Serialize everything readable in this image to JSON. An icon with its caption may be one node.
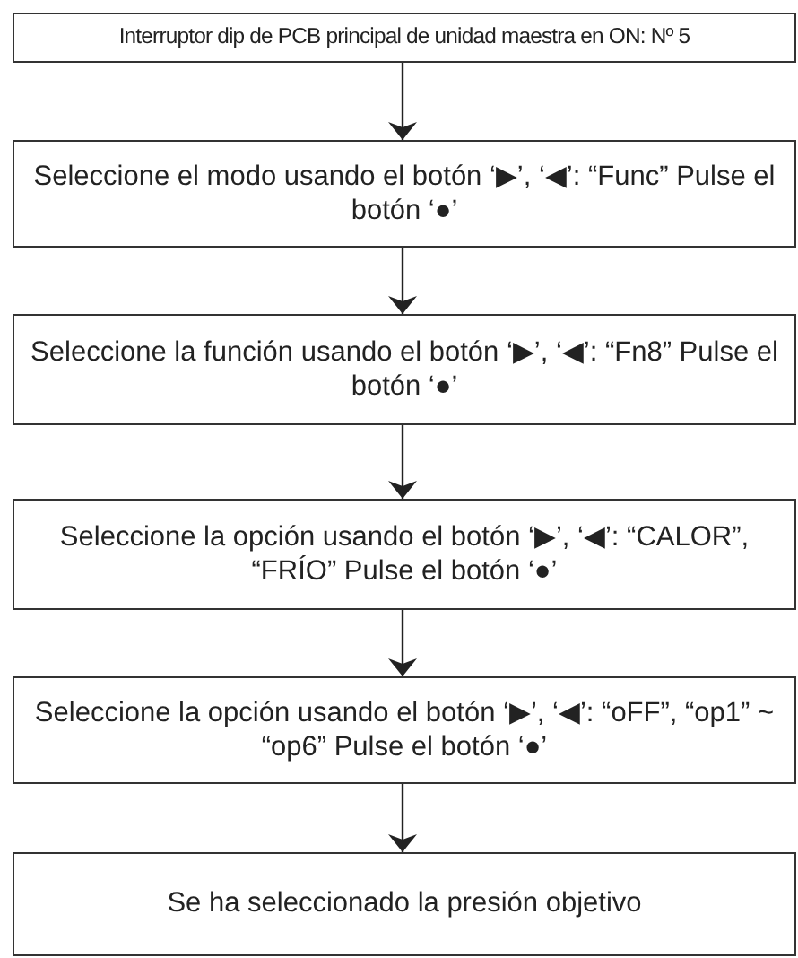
{
  "diagram": {
    "nodes": [
      {
        "text": [
          "Interruptor dip de PCB principal de unidad maestra en ON: Nº 5"
        ]
      },
      {
        "text": [
          "Seleccione el modo usando el botón ‘▶’, ‘◀’: “Func” Pulse el botón ‘●’"
        ]
      },
      {
        "text": [
          "Seleccione la función usando el botón ‘▶’, ‘◀’: “Fn8” Pulse el botón ‘●’"
        ]
      },
      {
        "text": [
          "Seleccione la opción usando el botón ‘▶’, ‘◀’: “CALOR”, “FRÍO” Pulse el botón ‘●’"
        ]
      },
      {
        "text": [
          "Seleccione la opción usando el botón ‘▶’, ‘◀’: “oFF”, “op1” ~ “op6” Pulse el botón ‘●’"
        ]
      },
      {
        "text": [
          "Se ha seleccionado la presión objetivo"
        ]
      }
    ],
    "edges": [
      {
        "from": 0,
        "to": 1,
        "arrow": "to"
      },
      {
        "from": 1,
        "to": 2,
        "arrow": "to"
      },
      {
        "from": 2,
        "to": 3,
        "arrow": "to"
      },
      {
        "from": 3,
        "to": 4,
        "arrow": "to"
      },
      {
        "from": 4,
        "to": 5,
        "arrow": "to"
      }
    ]
  }
}
